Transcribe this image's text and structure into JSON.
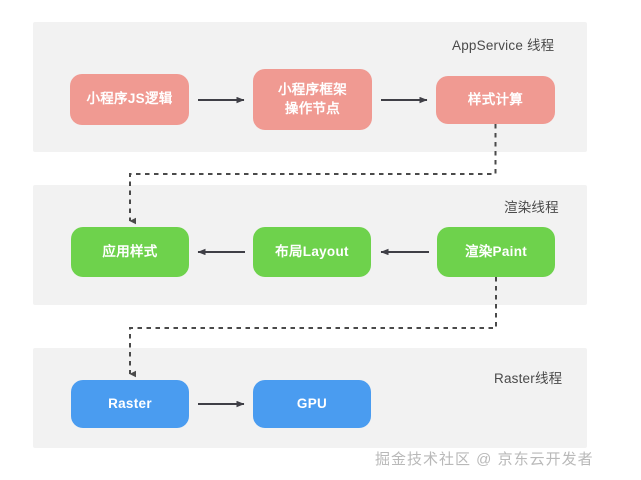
{
  "diagram": {
    "title": "WeChat Mini Program Rendering Thread Pipeline",
    "colors": {
      "lane_background": "#f2f2f2",
      "page_background": "#ffffff",
      "node_pink": "#f09a92",
      "node_green": "#6ed24c",
      "node_blue": "#4a9cf0",
      "arrow_solid": "#3f3f46",
      "arrow_dashed": "#4a4a4a",
      "lane_label_text": "#4a4a4a",
      "node_text": "#ffffff",
      "watermark_text": "#b9b9b9"
    },
    "lanes": [
      {
        "id": "appservice",
        "label": "AppService 线程",
        "nodes": [
          {
            "id": "js-logic",
            "label": "小程序JS逻辑",
            "lines": [
              "小程序JS逻辑"
            ],
            "color": "pink"
          },
          {
            "id": "framework",
            "label": "小程序框架操作节点",
            "lines": [
              "小程序框架",
              "操作节点"
            ],
            "color": "pink"
          },
          {
            "id": "style-calc",
            "label": "样式计算",
            "lines": [
              "样式计算"
            ],
            "color": "pink"
          }
        ]
      },
      {
        "id": "render",
        "label": "渲染线程",
        "nodes": [
          {
            "id": "apply-style",
            "label": "应用样式",
            "lines": [
              "应用样式"
            ],
            "color": "green"
          },
          {
            "id": "layout",
            "label": "布局Layout",
            "lines": [
              "布局Layout"
            ],
            "color": "green"
          },
          {
            "id": "paint",
            "label": "渲染Paint",
            "lines": [
              "渲染Paint"
            ],
            "color": "green"
          }
        ]
      },
      {
        "id": "raster",
        "label": "Raster线程",
        "nodes": [
          {
            "id": "raster",
            "label": "Raster",
            "lines": [
              "Raster"
            ],
            "color": "blue"
          },
          {
            "id": "gpu",
            "label": "GPU",
            "lines": [
              "GPU"
            ],
            "color": "blue"
          }
        ]
      }
    ],
    "connectors": [
      {
        "id": "js-logic-to-framework",
        "from": "js-logic",
        "to": "framework",
        "style": "solid",
        "direction": "right"
      },
      {
        "id": "framework-to-style",
        "from": "framework",
        "to": "style-calc",
        "style": "solid",
        "direction": "right"
      },
      {
        "id": "style-to-apply-style",
        "from": "style-calc",
        "to": "apply-style",
        "style": "dashed",
        "direction": "down-left"
      },
      {
        "id": "layout-to-apply-style",
        "from": "layout",
        "to": "apply-style",
        "style": "solid",
        "direction": "left"
      },
      {
        "id": "paint-to-layout",
        "from": "paint",
        "to": "layout",
        "style": "solid",
        "direction": "left"
      },
      {
        "id": "paint-to-raster",
        "from": "paint",
        "to": "raster",
        "style": "dashed",
        "direction": "down-left"
      },
      {
        "id": "raster-to-gpu",
        "from": "raster",
        "to": "gpu",
        "style": "solid",
        "direction": "right"
      }
    ]
  },
  "watermark": {
    "text": "掘金技术社区 @ 京东云开发者"
  }
}
